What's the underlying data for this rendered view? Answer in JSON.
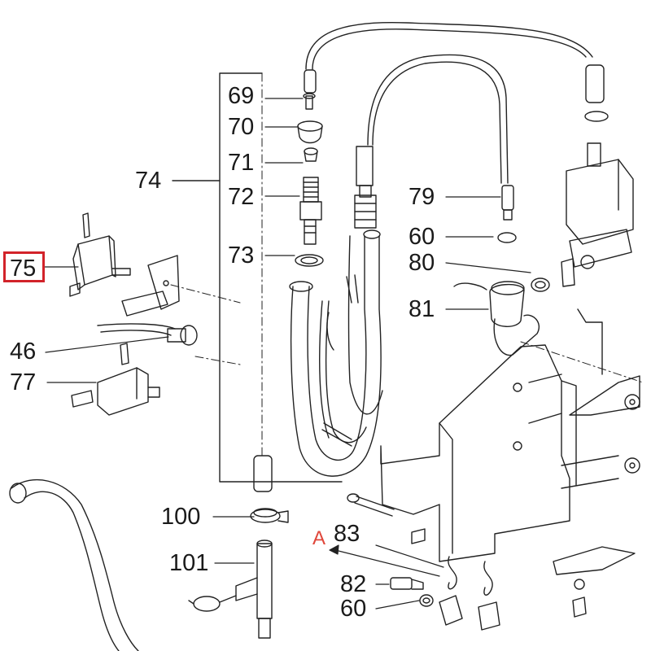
{
  "diagram": {
    "highlighted_part": "75",
    "labels": {
      "p69": "69",
      "p70": "70",
      "p71": "71",
      "p72": "72",
      "p73": "73",
      "p74": "74",
      "p75": "75",
      "p46": "46",
      "p77": "77",
      "p79": "79",
      "p60a": "60",
      "p80": "80",
      "p81": "81",
      "p100": "100",
      "p101": "101",
      "pA": "A",
      "p83": "83",
      "p82": "82",
      "p60b": "60"
    },
    "colors": {
      "line": "#222222",
      "highlight": "#d2232a",
      "ref_letter": "#e0473b"
    }
  }
}
